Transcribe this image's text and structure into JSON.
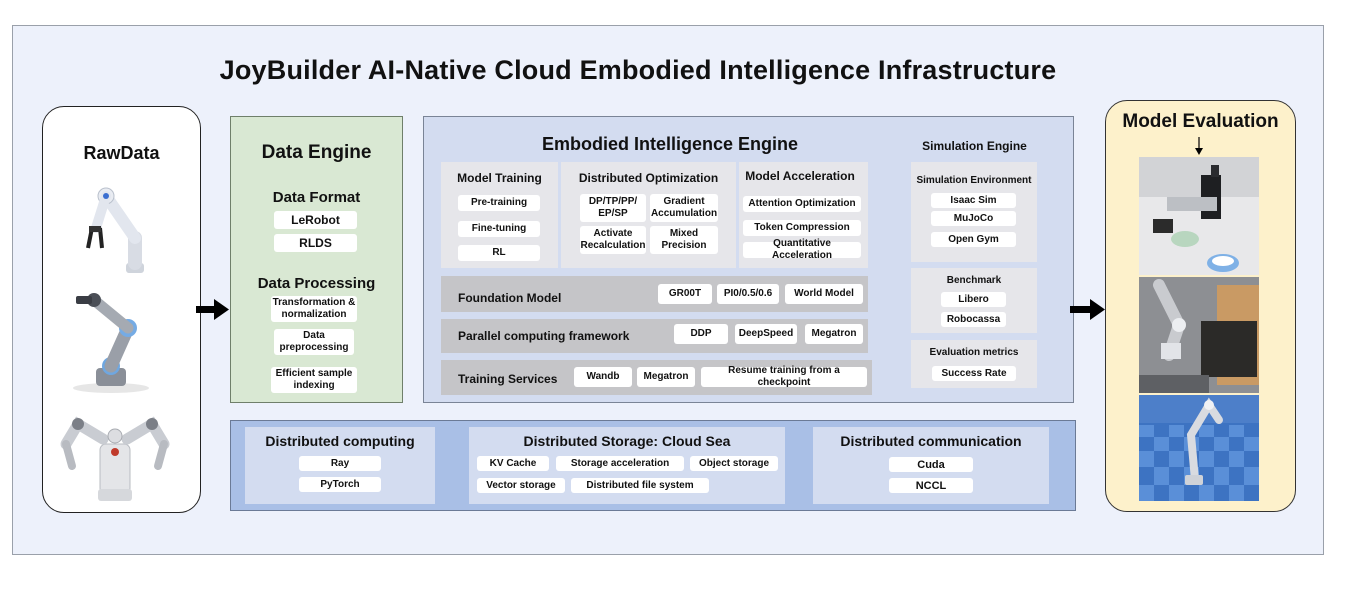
{
  "title": "JoyBuilder AI-Native Cloud Embodied Intelligence Infrastructure",
  "raw_data": {
    "title": "RawData"
  },
  "data_engine": {
    "title": "Data Engine",
    "format_title": "Data Format",
    "formats": [
      "LeRobot",
      "RLDS"
    ],
    "processing_title": "Data Processing",
    "processing": [
      "Transformation & normalization",
      "Data preprocessing",
      "Efficient sample indexing"
    ]
  },
  "embodied_engine": {
    "title": "Embodied Intelligence Engine",
    "model_training": {
      "title": "Model Training",
      "items": [
        "Pre-training",
        "Fine-tuning",
        "RL"
      ]
    },
    "distributed_optimization": {
      "title": "Distributed Optimization",
      "items": [
        "DP/TP/PP/ EP/SP",
        "Gradient Accumulation",
        "Activate Recalculation",
        "Mixed Precision"
      ]
    },
    "model_acceleration": {
      "title": "Model Acceleration",
      "items": [
        "Attention Optimization",
        "Token Compression",
        "Quantitative Acceleration"
      ]
    },
    "foundation_model": {
      "title": "Foundation Model",
      "items": [
        "GR00T",
        "PI0/0.5/0.6",
        "World Model"
      ]
    },
    "parallel_framework": {
      "title": "Parallel computing framework",
      "items": [
        "DDP",
        "DeepSpeed",
        "Megatron"
      ]
    },
    "training_services": {
      "title": "Training Services",
      "items": [
        "Wandb",
        "Megatron",
        "Resume training from a checkpoint"
      ]
    }
  },
  "simulation_engine": {
    "title": "Simulation Engine",
    "environment": {
      "title": "Simulation Environment",
      "items": [
        "Isaac Sim",
        "MuJoCo",
        "Open Gym"
      ]
    },
    "benchmark": {
      "title": "Benchmark",
      "items": [
        "Libero",
        "Robocassa"
      ]
    },
    "metrics": {
      "title": "Evaluation metrics",
      "items": [
        "Success Rate"
      ]
    }
  },
  "distributed": {
    "computing": {
      "title": "Distributed computing",
      "items": [
        "Ray",
        "PyTorch"
      ]
    },
    "storage": {
      "title": "Distributed Storage: Cloud Sea",
      "items": [
        "KV Cache",
        "Storage acceleration",
        "Object storage",
        "Vector storage",
        "Distributed file system"
      ]
    },
    "communication": {
      "title": "Distributed communication",
      "items": [
        "Cuda",
        "NCCL"
      ]
    }
  },
  "model_evaluation": {
    "title": "Model Evaluation"
  },
  "colors": {
    "data_engine_bg": "#d9e8d3",
    "embodied_engine_bg": "#d3dcf0",
    "distributed_bg": "#a9bfe6",
    "model_eval_bg": "#fdf1cb",
    "frame_bg": "#edf1fb"
  }
}
